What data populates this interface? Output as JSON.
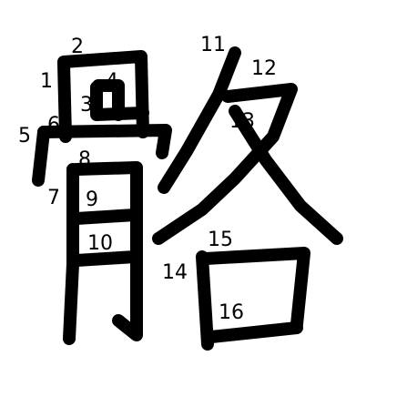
{
  "character": "骼",
  "stroke_color": "#000000",
  "background_color": "#ffffff",
  "stroke_numbers": [
    "1",
    "2",
    "3",
    "4",
    "5",
    "6",
    "7",
    "8",
    "9",
    "10",
    "11",
    "12",
    "13",
    "14",
    "15",
    "16"
  ]
}
